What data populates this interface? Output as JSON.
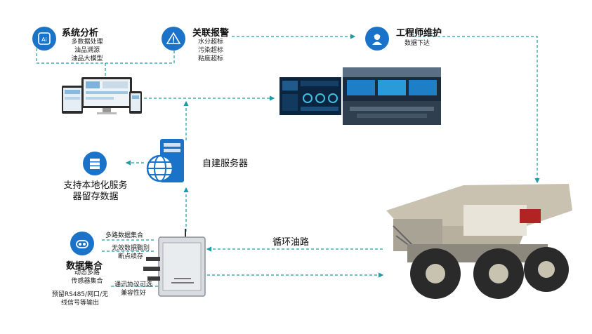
{
  "system_analysis": {
    "title": "系统分析",
    "icon_text": "Ai",
    "lines": [
      "多数据处理",
      "油品溯源",
      "油品大模型"
    ]
  },
  "alarm": {
    "title": "关联报警",
    "lines": [
      "水分超标",
      "污染超标",
      "粘度超标"
    ]
  },
  "engineer": {
    "title": "工程师维护",
    "lines": [
      "数据下达"
    ]
  },
  "local_storage": {
    "lines": [
      "支持本地化服务",
      "器留存数据"
    ]
  },
  "server": {
    "label": "自建服务器"
  },
  "data_collect": {
    "title": "数据集合",
    "sub": [
      "动态多路",
      "传感器集合"
    ],
    "bottom": [
      "预留RS485/网口/无",
      "线信号等输出"
    ]
  },
  "device_notes": {
    "multi": "多路数据集合",
    "invalid": [
      "无效数据甄别",
      "断点续存"
    ],
    "protocol": [
      "通讯协议可选",
      "兼容性好"
    ]
  },
  "circulation": {
    "label": "循环油路"
  },
  "colors": {
    "accent": "#1a73c8",
    "line": "#1f9aa6"
  }
}
